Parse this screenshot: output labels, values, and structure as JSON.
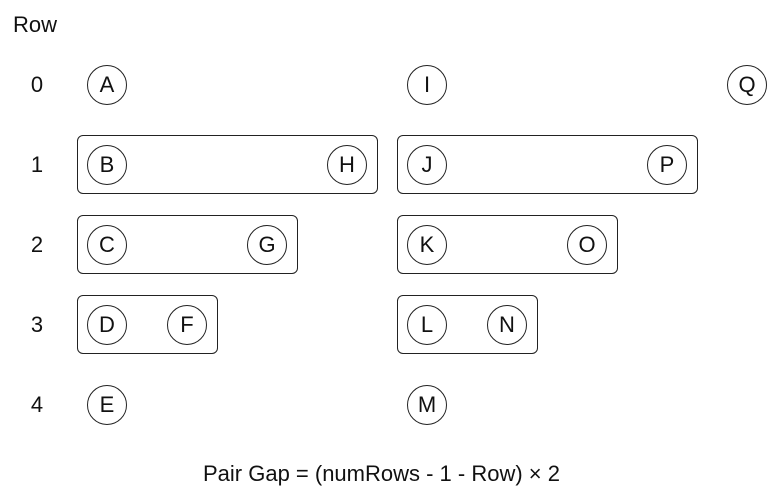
{
  "row_header": "Row",
  "rows": [
    "0",
    "1",
    "2",
    "3",
    "4"
  ],
  "nodes": {
    "a": "A",
    "b": "B",
    "c": "C",
    "d": "D",
    "e": "E",
    "f": "F",
    "g": "G",
    "h": "H",
    "i": "I",
    "j": "J",
    "k": "K",
    "l": "L",
    "m": "M",
    "n": "N",
    "o": "O",
    "p": "P",
    "q": "Q"
  },
  "formula": "Pair Gap = (numRows - 1 - Row) × 2"
}
